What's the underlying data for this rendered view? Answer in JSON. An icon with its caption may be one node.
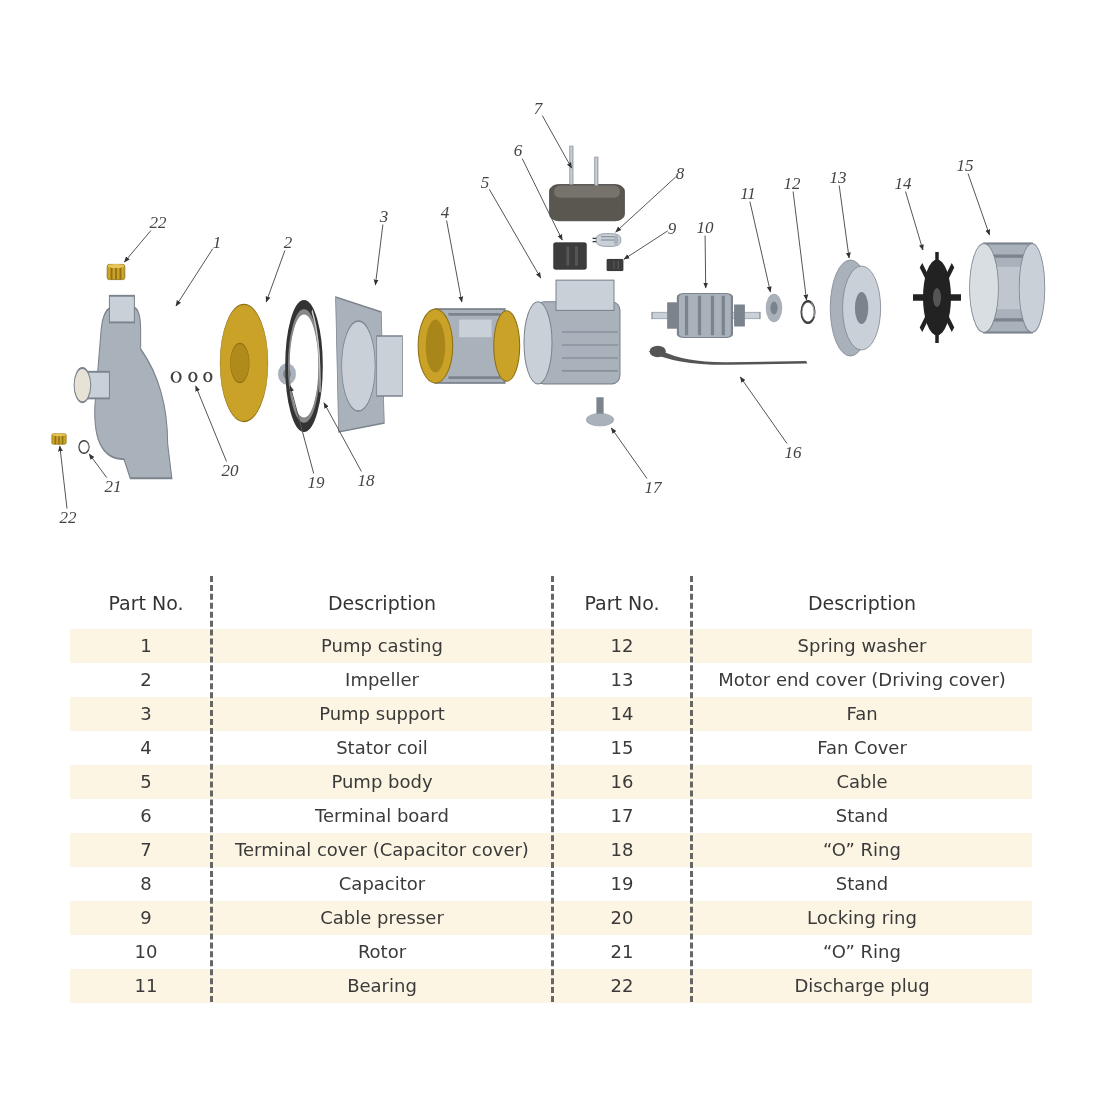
{
  "diagram": {
    "nodes": [
      {
        "text": [
          "7"
        ]
      },
      {
        "text": [],
        "shape": "picture"
      },
      {
        "text": [
          "6"
        ]
      },
      {
        "text": [],
        "shape": "picture"
      },
      {
        "text": [
          "5"
        ]
      },
      {
        "text": [],
        "shape": "picture"
      },
      {
        "text": [
          "8"
        ]
      },
      {
        "text": [],
        "shape": "picture"
      },
      {
        "text": [
          "22"
        ]
      },
      {
        "text": [],
        "shape": "picture"
      },
      {
        "text": [
          "1"
        ]
      },
      {
        "text": [],
        "shape": "picture"
      },
      {
        "text": [
          "2"
        ]
      },
      {
        "text": [],
        "shape": "picture"
      },
      {
        "text": [
          "3"
        ]
      },
      {
        "text": [],
        "shape": "picture"
      },
      {
        "text": [
          "4"
        ]
      },
      {
        "text": [],
        "shape": "picture"
      },
      {
        "text": [
          "11"
        ]
      },
      {
        "text": [],
        "shape": "picture"
      },
      {
        "text": [
          "12"
        ]
      },
      {
        "text": [],
        "shape": "picture"
      },
      {
        "text": [
          "13"
        ]
      },
      {
        "text": [],
        "shape": "picture"
      },
      {
        "text": [
          "14"
        ]
      },
      {
        "text": [],
        "shape": "picture"
      },
      {
        "text": [
          "15"
        ]
      },
      {
        "text": [],
        "shape": "picture"
      },
      {
        "text": [
          "10"
        ]
      },
      {
        "text": [],
        "shape": "picture"
      },
      {
        "text": [
          "9"
        ]
      },
      {
        "text": [],
        "shape": "picture"
      },
      {
        "text": [
          "20"
        ]
      },
      {
        "text": [],
        "shape": "picture"
      },
      {
        "text": [
          "19"
        ]
      },
      {
        "text": [],
        "shape": "picture"
      },
      {
        "text": [
          "18"
        ]
      },
      {
        "text": [],
        "shape": "picture"
      },
      {
        "text": [
          "16"
        ]
      },
      {
        "text": [],
        "shape": "picture"
      },
      {
        "text": [
          "17"
        ]
      },
      {
        "text": [],
        "shape": "picture"
      },
      {
        "text": [
          "21"
        ]
      },
      {
        "text": [],
        "shape": "picture"
      },
      {
        "text": [
          "22"
        ]
      },
      {
        "text": [],
        "shape": "picture"
      }
    ],
    "edges": [
      {
        "from": 0,
        "to": 1,
        "arrow": "to"
      },
      {
        "from": 2,
        "to": 3,
        "arrow": "to"
      },
      {
        "from": 4,
        "to": 5,
        "arrow": "to"
      },
      {
        "from": 6,
        "to": 7,
        "arrow": "to"
      },
      {
        "from": 8,
        "to": 9,
        "arrow": "to"
      },
      {
        "from": 10,
        "to": 11,
        "arrow": "to"
      },
      {
        "from": 12,
        "to": 13,
        "arrow": "to"
      },
      {
        "from": 14,
        "to": 15,
        "arrow": "to"
      },
      {
        "from": 16,
        "to": 17,
        "arrow": "to"
      },
      {
        "from": 18,
        "to": 19,
        "arrow": "to"
      },
      {
        "from": 20,
        "to": 21,
        "arrow": "to"
      },
      {
        "from": 22,
        "to": 23,
        "arrow": "to"
      },
      {
        "from": 24,
        "to": 25,
        "arrow": "to"
      },
      {
        "from": 26,
        "to": 27,
        "arrow": "to"
      },
      {
        "from": 28,
        "to": 29,
        "arrow": "to"
      },
      {
        "from": 30,
        "to": 31,
        "arrow": "to"
      },
      {
        "from": 32,
        "to": 33,
        "arrow": "to"
      },
      {
        "from": 34,
        "to": 35,
        "arrow": "to"
      },
      {
        "from": 36,
        "to": 37,
        "arrow": "to"
      },
      {
        "from": 38,
        "to": 39,
        "arrow": "to"
      },
      {
        "from": 40,
        "to": 41,
        "arrow": "to"
      },
      {
        "from": 42,
        "to": 43,
        "arrow": "to"
      },
      {
        "from": 44,
        "to": 45,
        "arrow": "to"
      }
    ],
    "labels": [
      "Part No.",
      "Description",
      "Part No.",
      "Description",
      "1",
      "Pump casting",
      "12",
      "Spring washer",
      "2",
      "Impeller",
      "13",
      "Motor end cover (Driving cover)",
      "3",
      "Pump support",
      "14",
      "Fan",
      "4",
      "Stator coil",
      "15",
      "Fan Cover",
      "5",
      "Pump body",
      "16",
      "Cable",
      "6",
      "Terminal board",
      "17",
      "Stand",
      "7",
      "Terminal cover (Capacitor cover)",
      "18",
      "“O” Ring",
      "8",
      "Capacitor",
      "19",
      "Stand",
      "9",
      "Cable presser",
      "20",
      "Locking ring",
      "10",
      "Rotor",
      "21",
      "“O” Ring",
      "11",
      "Bearing",
      "22",
      "Discharge plug"
    ]
  }
}
